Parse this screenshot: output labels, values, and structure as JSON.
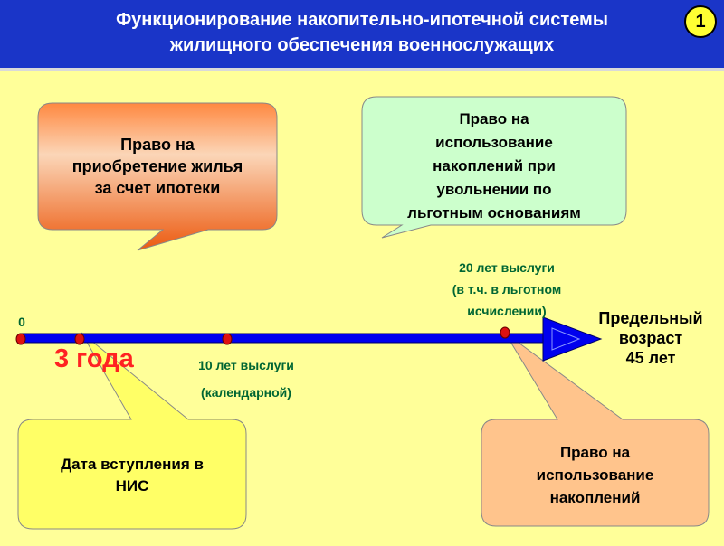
{
  "slide": {
    "title_line1": "Функционирование накопительно-ипотечной системы",
    "title_line2": "жилищного обеспечения военнослужащих",
    "badge": "1"
  },
  "callouts": {
    "mortgage_line1": "Право на",
    "mortgage_line2": "приобретение жилья",
    "mortgage_line3": "за счет ипотеки",
    "dismissal_line1": "Право на",
    "dismissal_line2": "использование",
    "dismissal_line3": "накоплений при",
    "dismissal_line4": "увольнении по",
    "dismissal_line5": "льготным основаниям",
    "entry_line1": "Дата вступления в",
    "entry_line2": "НИС",
    "savings_line1": "Право на",
    "savings_line2": "использование",
    "savings_line3": "накоплений"
  },
  "timeline": {
    "zero_label": "0",
    "three_years": "3 года",
    "ten_years_line1": "10 лет выслуги",
    "ten_years_line2": "(календарной)",
    "twenty_years_line1": "20 лет выслуги",
    "twenty_years_line2": "(в т.ч. в льготном",
    "twenty_years_line3": "исчислении)",
    "age_limit_line1": "Предельный",
    "age_limit_line2": "возраст",
    "age_limit_line3": "45 лет"
  },
  "colors": {
    "header": "#1a35c8",
    "background": "#ffff99",
    "arrow": "#0000ee",
    "marker": "#dd1111",
    "orange_callout": "#f07830",
    "green_callout": "#ccffcc",
    "yellow_callout": "#ffff66",
    "peach_callout": "#ffc48c",
    "label_green": "#006633",
    "accent_red": "#ff2222"
  }
}
